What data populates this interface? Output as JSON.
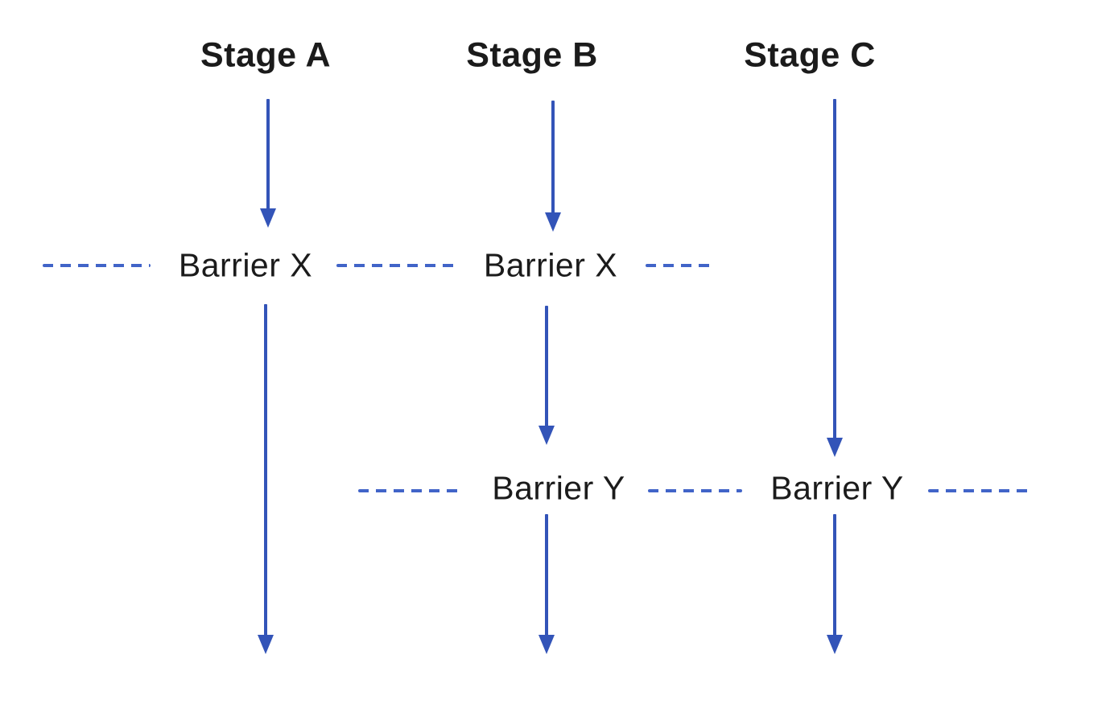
{
  "diagram": {
    "title_implied": "",
    "stages": [
      {
        "label": "Stage A"
      },
      {
        "label": "Stage B"
      },
      {
        "label": "Stage C"
      }
    ],
    "barrier_x": {
      "label": "Barrier X"
    },
    "barrier_y": {
      "label": "Barrier Y"
    },
    "colors": {
      "arrow": "#3354b8",
      "dash": "#4164c8",
      "text": "#1b1b1b",
      "bg": "#ffffff"
    }
  }
}
